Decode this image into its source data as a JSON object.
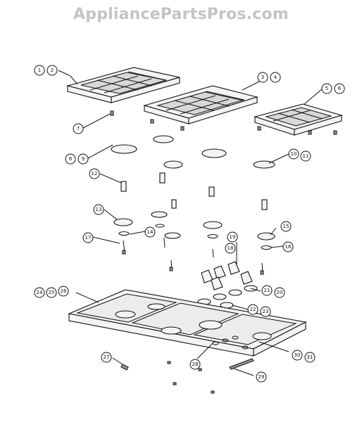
{
  "watermark": "AppliancePartsPros.com",
  "callouts": [
    {
      "id": "c1",
      "label": "1"
    },
    {
      "id": "c2",
      "label": "2"
    },
    {
      "id": "c3",
      "label": "3"
    },
    {
      "id": "c4",
      "label": "4"
    },
    {
      "id": "c5",
      "label": "5"
    },
    {
      "id": "c6",
      "label": "6"
    },
    {
      "id": "c7",
      "label": "7"
    },
    {
      "id": "c8",
      "label": "8"
    },
    {
      "id": "c9",
      "label": "9"
    },
    {
      "id": "c10",
      "label": "10"
    },
    {
      "id": "c11",
      "label": "11"
    },
    {
      "id": "c12",
      "label": "12"
    },
    {
      "id": "c13",
      "label": "13"
    },
    {
      "id": "c14",
      "label": "14"
    },
    {
      "id": "c15",
      "label": "15"
    },
    {
      "id": "c16",
      "label": "16"
    },
    {
      "id": "c17",
      "label": "17"
    },
    {
      "id": "c18",
      "label": "18"
    },
    {
      "id": "c19",
      "label": "19"
    },
    {
      "id": "c20",
      "label": "20"
    },
    {
      "id": "c21",
      "label": "21"
    },
    {
      "id": "c22",
      "label": "22"
    },
    {
      "id": "c23",
      "label": "23"
    },
    {
      "id": "c24",
      "label": "24"
    },
    {
      "id": "c25",
      "label": "25"
    },
    {
      "id": "c26",
      "label": "26"
    },
    {
      "id": "c27",
      "label": "27"
    },
    {
      "id": "c28",
      "label": "28"
    },
    {
      "id": "c29",
      "label": "29"
    },
    {
      "id": "c30",
      "label": "30"
    },
    {
      "id": "c31",
      "label": "31"
    }
  ]
}
